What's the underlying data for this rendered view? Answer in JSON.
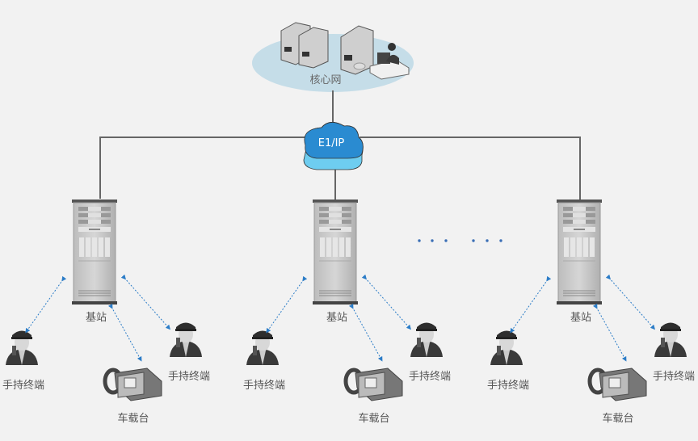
{
  "core": {
    "label": "核心网"
  },
  "backbone": {
    "label": "E1/IP"
  },
  "colors": {
    "background": "#f2f2f2",
    "ellipse": "#c5dde8",
    "cloud_top": "#2a8bd1",
    "cloud_side": "#6ecdf0",
    "link": "#2b7cc7",
    "line": "#666666"
  },
  "ellipsis_dots": 6,
  "cells": [
    {
      "base_station": "基站",
      "handheld_left": "手持终端",
      "handheld_right": "手持终端",
      "vehicle": "车载台"
    },
    {
      "base_station": "基站",
      "handheld_left": "手持终端",
      "handheld_right": "手持终端",
      "vehicle": "车载台"
    },
    {
      "base_station": "基站",
      "handheld_left": "手持终端",
      "handheld_right": "手持终端",
      "vehicle": "车载台"
    }
  ]
}
